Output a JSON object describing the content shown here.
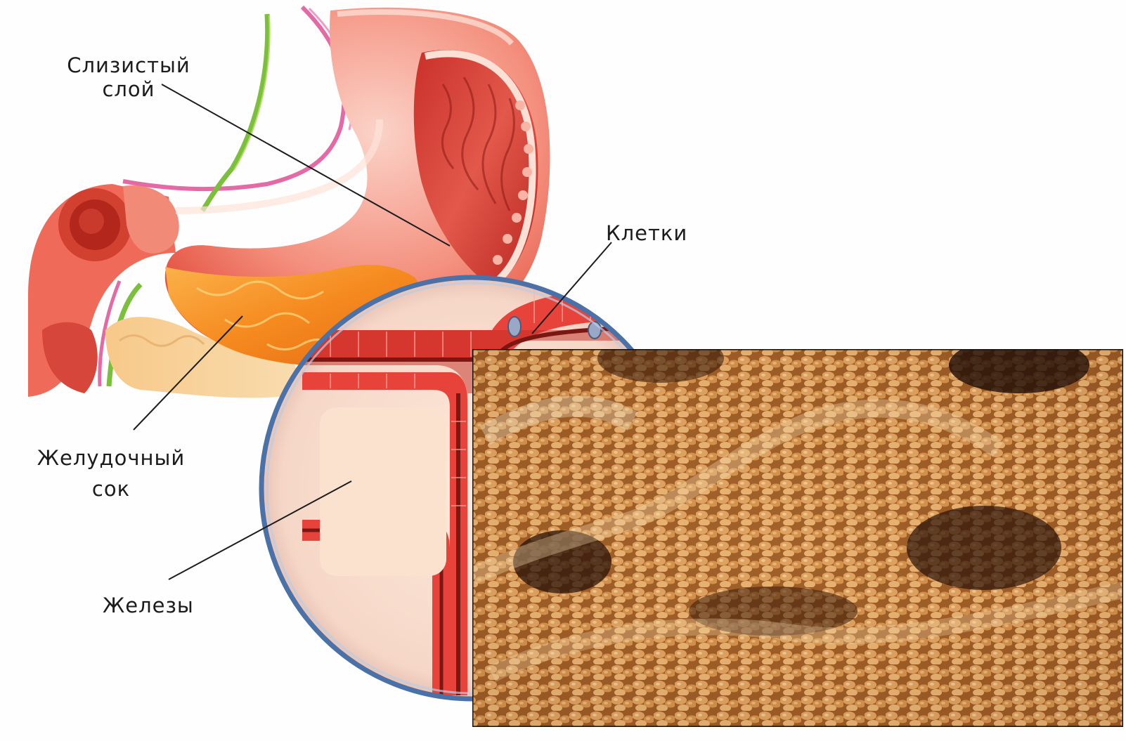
{
  "labels": {
    "mucosa_line1": "Слизистый",
    "mucosa_line2": "слой",
    "cells": "Клетки",
    "gastric_juice_line1": "Желудочный",
    "gastric_juice_line2": "сок",
    "glands": "Железы"
  },
  "colors": {
    "stomach_outer": "#ef6b5a",
    "stomach_inner": "#f8cfc4",
    "gastric_juice": "#f6921e",
    "magnifier_ring": "#4a72a8",
    "glandular_tissue": "#e8433a",
    "gland_lumen": "#fbe2cf",
    "micrograph_base": "#b8742e",
    "leader_line": "#1c1c1c"
  }
}
